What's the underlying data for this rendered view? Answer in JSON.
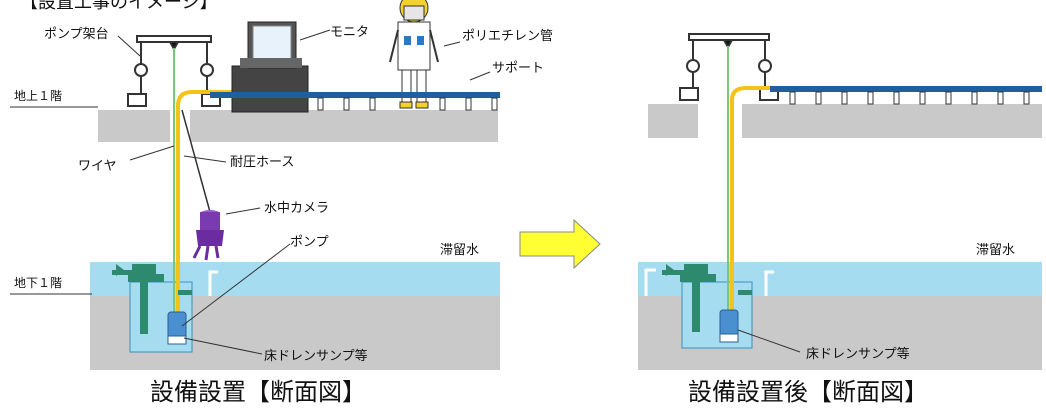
{
  "header_text": "【設置工事のイメージ】",
  "left_panel": {
    "floor_above": "地上１階",
    "floor_below": "地下１階",
    "pump_stand": "ポンプ架台",
    "monitor": "モニタ",
    "pe_pipe": "ポリエチレン管",
    "support": "サポート",
    "wire": "ワイヤ",
    "hose": "耐圧ホース",
    "camera": "水中カメラ",
    "pump": "ポンプ",
    "stagnant_water": "滞留水",
    "sump": "床ドレンサンプ等",
    "caption": "設備設置【断面図】"
  },
  "right_panel": {
    "stagnant_water": "滞留水",
    "sump": "床ドレンサンプ等",
    "caption": "設備設置後【断面図】"
  },
  "colors": {
    "ground": "#c9c9c9",
    "water": "#a6dcef",
    "pipe": "#1f5f9e",
    "hose": "#f2c418",
    "valve": "#2e8a6e",
    "camera": "#7a3ab0",
    "pump": "#4a8fd0",
    "arrow": "#ffff33"
  }
}
